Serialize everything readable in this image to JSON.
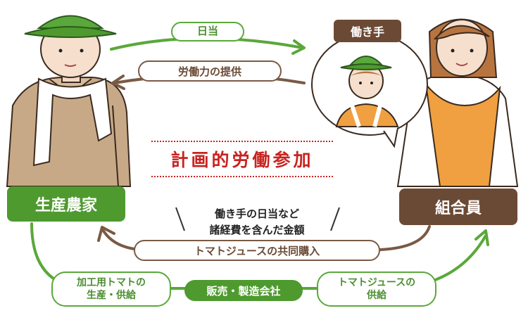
{
  "diagram": {
    "center_title": "計画的労働参加",
    "nodes": {
      "farmer": "生産農家",
      "member": "組合員",
      "company": "販売・製造会社",
      "worker_badge": "働き手"
    },
    "arrows": {
      "daily_wage": "日当",
      "labor_provision": "労働力の提供",
      "joint_purchase": "トマトジュースの共同購入",
      "tomato_production": "加工用トマトの\n生産・供給",
      "juice_supply": "トマトジュースの\n供給"
    },
    "note": "働き手の日当など\n諸経費を含んだ金額"
  },
  "colors": {
    "green": "#4e9a2f",
    "brown": "#6b4a35",
    "red": "#c8231f"
  }
}
